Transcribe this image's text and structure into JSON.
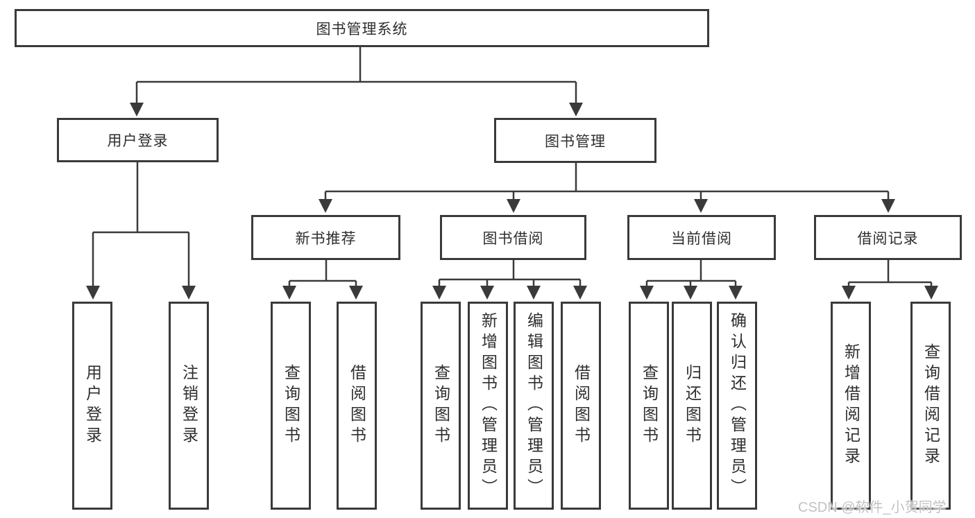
{
  "diagram": {
    "root": {
      "label": "图书管理系统"
    },
    "branches": [
      {
        "label": "用户登录",
        "children": [
          {
            "label": "用户登录"
          },
          {
            "label": "注销登录"
          }
        ]
      },
      {
        "label": "图书管理",
        "children": [
          {
            "label": "新书推荐",
            "children": [
              {
                "label": "查询图书"
              },
              {
                "label": "借阅图书"
              }
            ]
          },
          {
            "label": "图书借阅",
            "children": [
              {
                "label": "查询图书"
              },
              {
                "label": "新增图书（管理员）"
              },
              {
                "label": "编辑图书（管理员）"
              },
              {
                "label": "借阅图书"
              }
            ]
          },
          {
            "label": "当前借阅",
            "children": [
              {
                "label": "查询图书"
              },
              {
                "label": "归还图书"
              },
              {
                "label": "确认归还（管理员）"
              }
            ]
          },
          {
            "label": "借阅记录",
            "children": [
              {
                "label": "新增借阅记录"
              },
              {
                "label": "查询借阅记录"
              }
            ]
          }
        ]
      }
    ]
  },
  "colors": {
    "line": "#3a3a3a",
    "text": "#2e2e2e",
    "watermark": "#c2c2c2",
    "background": "#ffffff"
  },
  "watermark": {
    "text": "CSDN @软件_小贺同学"
  }
}
